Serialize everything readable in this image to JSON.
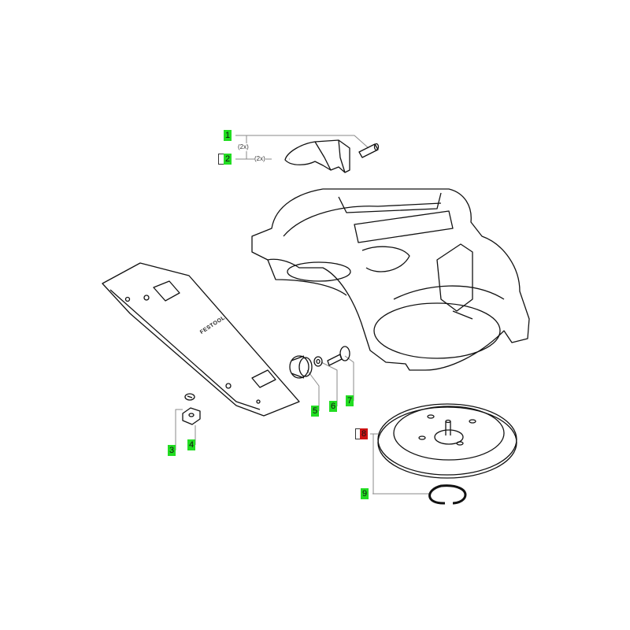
{
  "colors": {
    "label_green": "#22dd22",
    "label_red": "#cc1111",
    "line": "#111111",
    "leader": "#888888"
  },
  "parts": [
    {
      "number": "1",
      "status": "green"
    },
    {
      "number": "2",
      "status": "green"
    },
    {
      "number": "3",
      "status": "green"
    },
    {
      "number": "4",
      "status": "green"
    },
    {
      "number": "5",
      "status": "green"
    },
    {
      "number": "6",
      "status": "green"
    },
    {
      "number": "7",
      "status": "green"
    },
    {
      "number": "8",
      "status": "red"
    },
    {
      "number": "9",
      "status": "green"
    }
  ],
  "quantities": {
    "part1": "(2x)",
    "part2": "(2x)"
  },
  "logo": "FESTOOL"
}
